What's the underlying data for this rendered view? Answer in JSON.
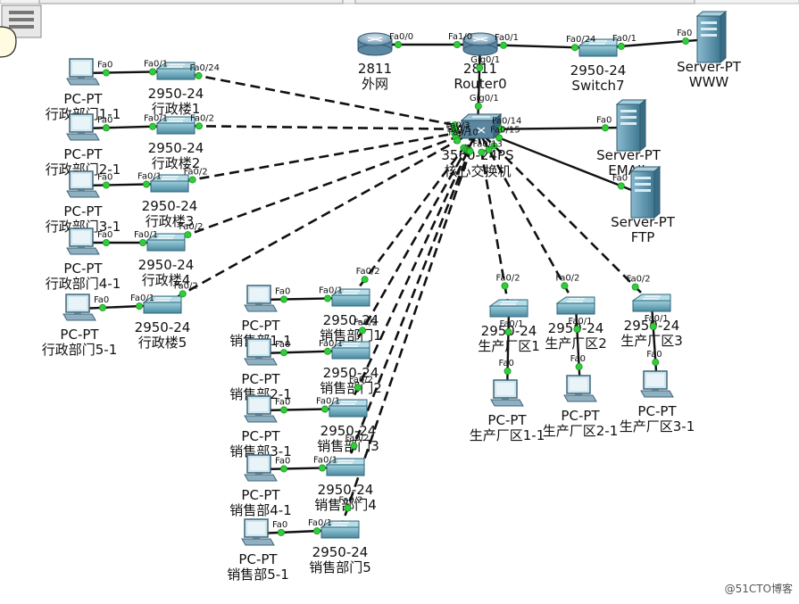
{
  "watermark": "@51CTO博客",
  "colors": {
    "background": "#ffffff",
    "link": "#111111",
    "port_dot": "#2fcf38",
    "switch_body": "#5a9bb0",
    "switch_top": "#8cc4d4",
    "router_body": "#7fa7c0",
    "server_body": "#6a9fb8",
    "pc_screen": "#cfe6ef",
    "pc_body": "#8fb0c0"
  },
  "devices": {
    "r2811": {
      "type": "router",
      "labels": [
        "2811",
        "外网"
      ]
    },
    "router0": {
      "type": "router",
      "labels": [
        "2811",
        "Router0"
      ]
    },
    "switch7": {
      "type": "switch",
      "labels": [
        "2950-24",
        "Switch7"
      ]
    },
    "www": {
      "type": "server",
      "labels": [
        "Server-PT",
        "WWW"
      ]
    },
    "core": {
      "type": "multilayer-switch",
      "labels": [
        "3560-24PS",
        "核心交换机"
      ]
    },
    "email": {
      "type": "server",
      "labels": [
        "Server-PT",
        "EMAIL"
      ]
    },
    "ftp": {
      "type": "server",
      "labels": [
        "Server-PT",
        "FTP"
      ]
    },
    "sw_xz1": {
      "type": "switch",
      "labels": [
        "2950-24",
        "行政楼1"
      ]
    },
    "sw_xz2": {
      "type": "switch",
      "labels": [
        "2950-24",
        "行政楼2"
      ]
    },
    "sw_xz3": {
      "type": "switch",
      "labels": [
        "2950-24",
        "行政楼3"
      ]
    },
    "sw_xz4": {
      "type": "switch",
      "labels": [
        "2950-24",
        "行政楼4"
      ]
    },
    "sw_xz5": {
      "type": "switch",
      "labels": [
        "2950-24",
        "行政楼5"
      ]
    },
    "pc_xz1": {
      "type": "pc",
      "labels": [
        "PC-PT",
        "行政部门1-1"
      ]
    },
    "pc_xz2": {
      "type": "pc",
      "labels": [
        "PC-PT",
        "行政部门2-1"
      ]
    },
    "pc_xz3": {
      "type": "pc",
      "labels": [
        "PC-PT",
        "行政部门3-1"
      ]
    },
    "pc_xz4": {
      "type": "pc",
      "labels": [
        "PC-PT",
        "行政部门4-1"
      ]
    },
    "pc_xz5": {
      "type": "pc",
      "labels": [
        "PC-PT",
        "行政部门5-1"
      ]
    },
    "sw_xs1": {
      "type": "switch",
      "labels": [
        "2950-24",
        "销售部门1"
      ]
    },
    "sw_xs2": {
      "type": "switch",
      "labels": [
        "2950-24",
        "销售部门2"
      ]
    },
    "sw_xs3": {
      "type": "switch",
      "labels": [
        "2950-24",
        "销售部门3"
      ]
    },
    "sw_xs4": {
      "type": "switch",
      "labels": [
        "2950-24",
        "销售部门4"
      ]
    },
    "sw_xs5": {
      "type": "switch",
      "labels": [
        "2950-24",
        "销售部门5"
      ]
    },
    "pc_xs1": {
      "type": "pc",
      "labels": [
        "PC-PT",
        "销售部1-1"
      ]
    },
    "pc_xs2": {
      "type": "pc",
      "labels": [
        "PC-PT",
        "销售部2-1"
      ]
    },
    "pc_xs3": {
      "type": "pc",
      "labels": [
        "PC-PT",
        "销售部3-1"
      ]
    },
    "pc_xs4": {
      "type": "pc",
      "labels": [
        "PC-PT",
        "销售部4-1"
      ]
    },
    "pc_xs5": {
      "type": "pc",
      "labels": [
        "PC-PT",
        "销售部5-1"
      ]
    },
    "sw_sc1": {
      "type": "switch",
      "labels": [
        "2950-24",
        "生产厂区1"
      ]
    },
    "sw_sc2": {
      "type": "switch",
      "labels": [
        "2950-24",
        "生产厂区2"
      ]
    },
    "sw_sc3": {
      "type": "switch",
      "labels": [
        "2950-24",
        "生产厂区3"
      ]
    },
    "pc_sc1": {
      "type": "pc",
      "labels": [
        "PC-PT",
        "生产厂区1-1"
      ]
    },
    "pc_sc2": {
      "type": "pc",
      "labels": [
        "PC-PT",
        "生产厂区2-1"
      ]
    },
    "pc_sc3": {
      "type": "pc",
      "labels": [
        "PC-PT",
        "生产厂区3-1"
      ]
    }
  },
  "links": [
    {
      "from": "r2811",
      "to": "router0",
      "style": "solid",
      "ports": [
        "Fa0/0",
        "Fa1/0"
      ]
    },
    {
      "from": "router0",
      "to": "switch7",
      "style": "solid",
      "ports": [
        "Fa0/1",
        "Fa0/24"
      ]
    },
    {
      "from": "switch7",
      "to": "www",
      "style": "solid",
      "ports": [
        "Fa0/1",
        "Fa0"
      ]
    },
    {
      "from": "router0",
      "to": "core",
      "style": "solid",
      "ports": [
        "Gig0/1",
        "Gig0/1"
      ]
    },
    {
      "from": "core",
      "to": "email",
      "style": "solid",
      "ports": [
        "Fa0/14",
        "Fa0"
      ]
    },
    {
      "from": "core",
      "to": "ftp",
      "style": "solid",
      "ports": [
        "Fa0/15",
        "Fa0"
      ]
    },
    {
      "from": "pc_xz1",
      "to": "sw_xz1",
      "style": "solid",
      "ports": [
        "Fa0",
        "Fa0/1"
      ]
    },
    {
      "from": "pc_xz2",
      "to": "sw_xz2",
      "style": "solid",
      "ports": [
        "Fa0",
        "Fa0/1"
      ]
    },
    {
      "from": "pc_xz3",
      "to": "sw_xz3",
      "style": "solid",
      "ports": [
        "Fa0",
        "Fa0/1"
      ]
    },
    {
      "from": "pc_xz4",
      "to": "sw_xz4",
      "style": "solid",
      "ports": [
        "Fa0",
        "Fa0/1"
      ]
    },
    {
      "from": "pc_xz5",
      "to": "sw_xz5",
      "style": "solid",
      "ports": [
        "Fa0",
        "Fa0/1"
      ]
    },
    {
      "from": "sw_xz1",
      "to": "core",
      "style": "dashed",
      "ports": [
        "Fa0/24",
        ""
      ]
    },
    {
      "from": "sw_xz2",
      "to": "core",
      "style": "dashed",
      "ports": [
        "Fa0/2",
        ""
      ]
    },
    {
      "from": "sw_xz3",
      "to": "core",
      "style": "dashed",
      "ports": [
        "Fa0/2",
        "Fa0/3"
      ]
    },
    {
      "from": "sw_xz4",
      "to": "core",
      "style": "dashed",
      "ports": [
        "Fa0/2",
        "Fa0/5"
      ]
    },
    {
      "from": "sw_xz5",
      "to": "core",
      "style": "dashed",
      "ports": [
        "Fa0/2",
        "Fa0/10"
      ]
    },
    {
      "from": "pc_xs1",
      "to": "sw_xs1",
      "style": "solid",
      "ports": [
        "Fa0",
        "Fa0/1"
      ]
    },
    {
      "from": "pc_xs2",
      "to": "sw_xs2",
      "style": "solid",
      "ports": [
        "Fa0",
        "Fa0/1"
      ]
    },
    {
      "from": "pc_xs3",
      "to": "sw_xs3",
      "style": "solid",
      "ports": [
        "Fa0",
        "Fa0/1"
      ]
    },
    {
      "from": "pc_xs4",
      "to": "sw_xs4",
      "style": "solid",
      "ports": [
        "Fa0",
        "Fa0/1"
      ]
    },
    {
      "from": "pc_xs5",
      "to": "sw_xs5",
      "style": "solid",
      "ports": [
        "Fa0",
        "Fa0/1"
      ]
    },
    {
      "from": "sw_xs1",
      "to": "core",
      "style": "dashed",
      "ports": [
        "Fa0/2",
        ""
      ]
    },
    {
      "from": "sw_xs2",
      "to": "core",
      "style": "dashed",
      "ports": [
        "Fa0/2",
        ""
      ]
    },
    {
      "from": "sw_xs3",
      "to": "core",
      "style": "dashed",
      "ports": [
        "Fa0/2",
        ""
      ]
    },
    {
      "from": "sw_xs4",
      "to": "core",
      "style": "dashed",
      "ports": [
        "Fa0/2",
        ""
      ]
    },
    {
      "from": "sw_xs5",
      "to": "core",
      "style": "dashed",
      "ports": [
        "Fa0/2",
        ""
      ]
    },
    {
      "from": "sw_sc1",
      "to": "core",
      "style": "dashed",
      "ports": [
        "Fa0/2",
        "Fa0/13"
      ]
    },
    {
      "from": "sw_sc2",
      "to": "core",
      "style": "dashed",
      "ports": [
        "Fa0/2",
        ""
      ]
    },
    {
      "from": "sw_sc3",
      "to": "core",
      "style": "dashed",
      "ports": [
        "Fa0/2",
        ""
      ]
    },
    {
      "from": "sw_sc1",
      "to": "pc_sc1",
      "style": "solid",
      "ports": [
        "Fa0/1",
        "Fa0"
      ]
    },
    {
      "from": "sw_sc2",
      "to": "pc_sc2",
      "style": "solid",
      "ports": [
        "Fa0/1",
        "Fa0"
      ]
    },
    {
      "from": "sw_sc3",
      "to": "pc_sc3",
      "style": "solid",
      "ports": [
        "Fa0/1",
        "Fa0"
      ]
    }
  ]
}
